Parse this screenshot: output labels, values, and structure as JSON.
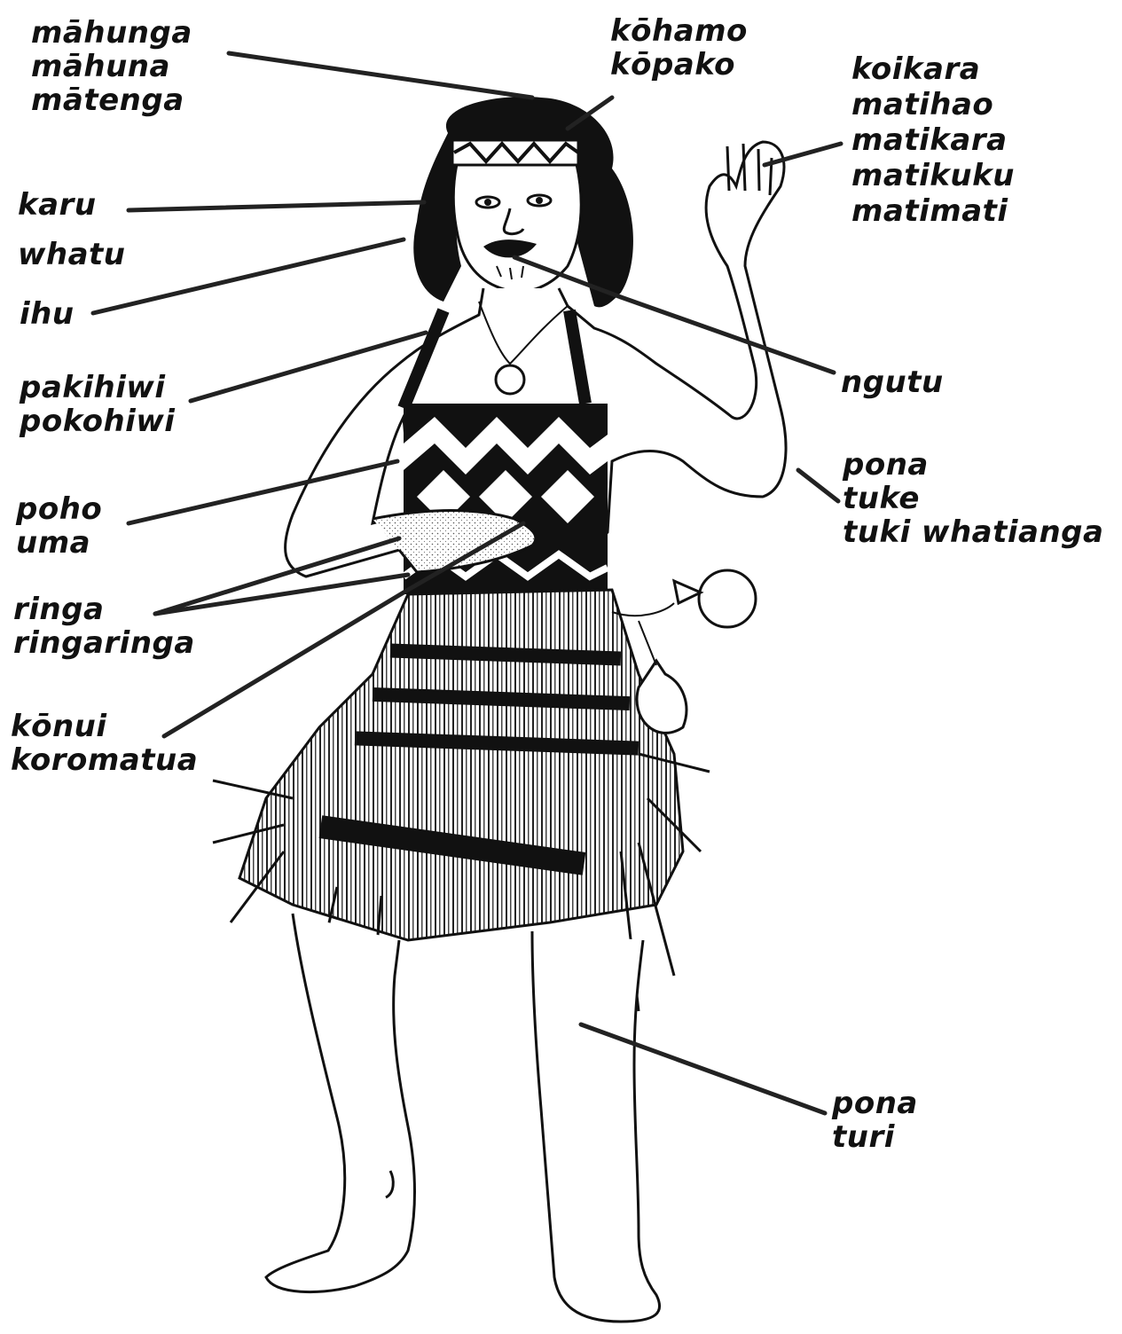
{
  "labels": [
    {
      "id": "head",
      "lines": [
        "māhunga",
        "māhuna",
        "mātenga"
      ]
    },
    {
      "id": "back-of-head",
      "lines": [
        "kōhamo",
        "kōpako"
      ]
    },
    {
      "id": "fingers",
      "lines": [
        "koikara",
        "matihao",
        "matikara",
        "matikuku",
        "matimati"
      ]
    },
    {
      "id": "eye",
      "lines": [
        "karu",
        "whatu"
      ]
    },
    {
      "id": "nose",
      "lines": [
        "ihu"
      ]
    },
    {
      "id": "lips",
      "lines": [
        "ngutu"
      ]
    },
    {
      "id": "shoulder",
      "lines": [
        "pakihiwi",
        "pokohiwi"
      ]
    },
    {
      "id": "elbow",
      "lines": [
        "pona",
        "tuke",
        "tuki whatianga"
      ]
    },
    {
      "id": "chest",
      "lines": [
        "poho",
        "uma"
      ]
    },
    {
      "id": "hand",
      "lines": [
        "ringa",
        "ringaringa"
      ]
    },
    {
      "id": "thumb",
      "lines": [
        "kōnui",
        "koromatua"
      ]
    },
    {
      "id": "knee",
      "lines": [
        "pona",
        "turi"
      ]
    }
  ],
  "colors": {
    "ink": "#111111",
    "paper": "#ffffff",
    "skin": "#ffffff"
  }
}
